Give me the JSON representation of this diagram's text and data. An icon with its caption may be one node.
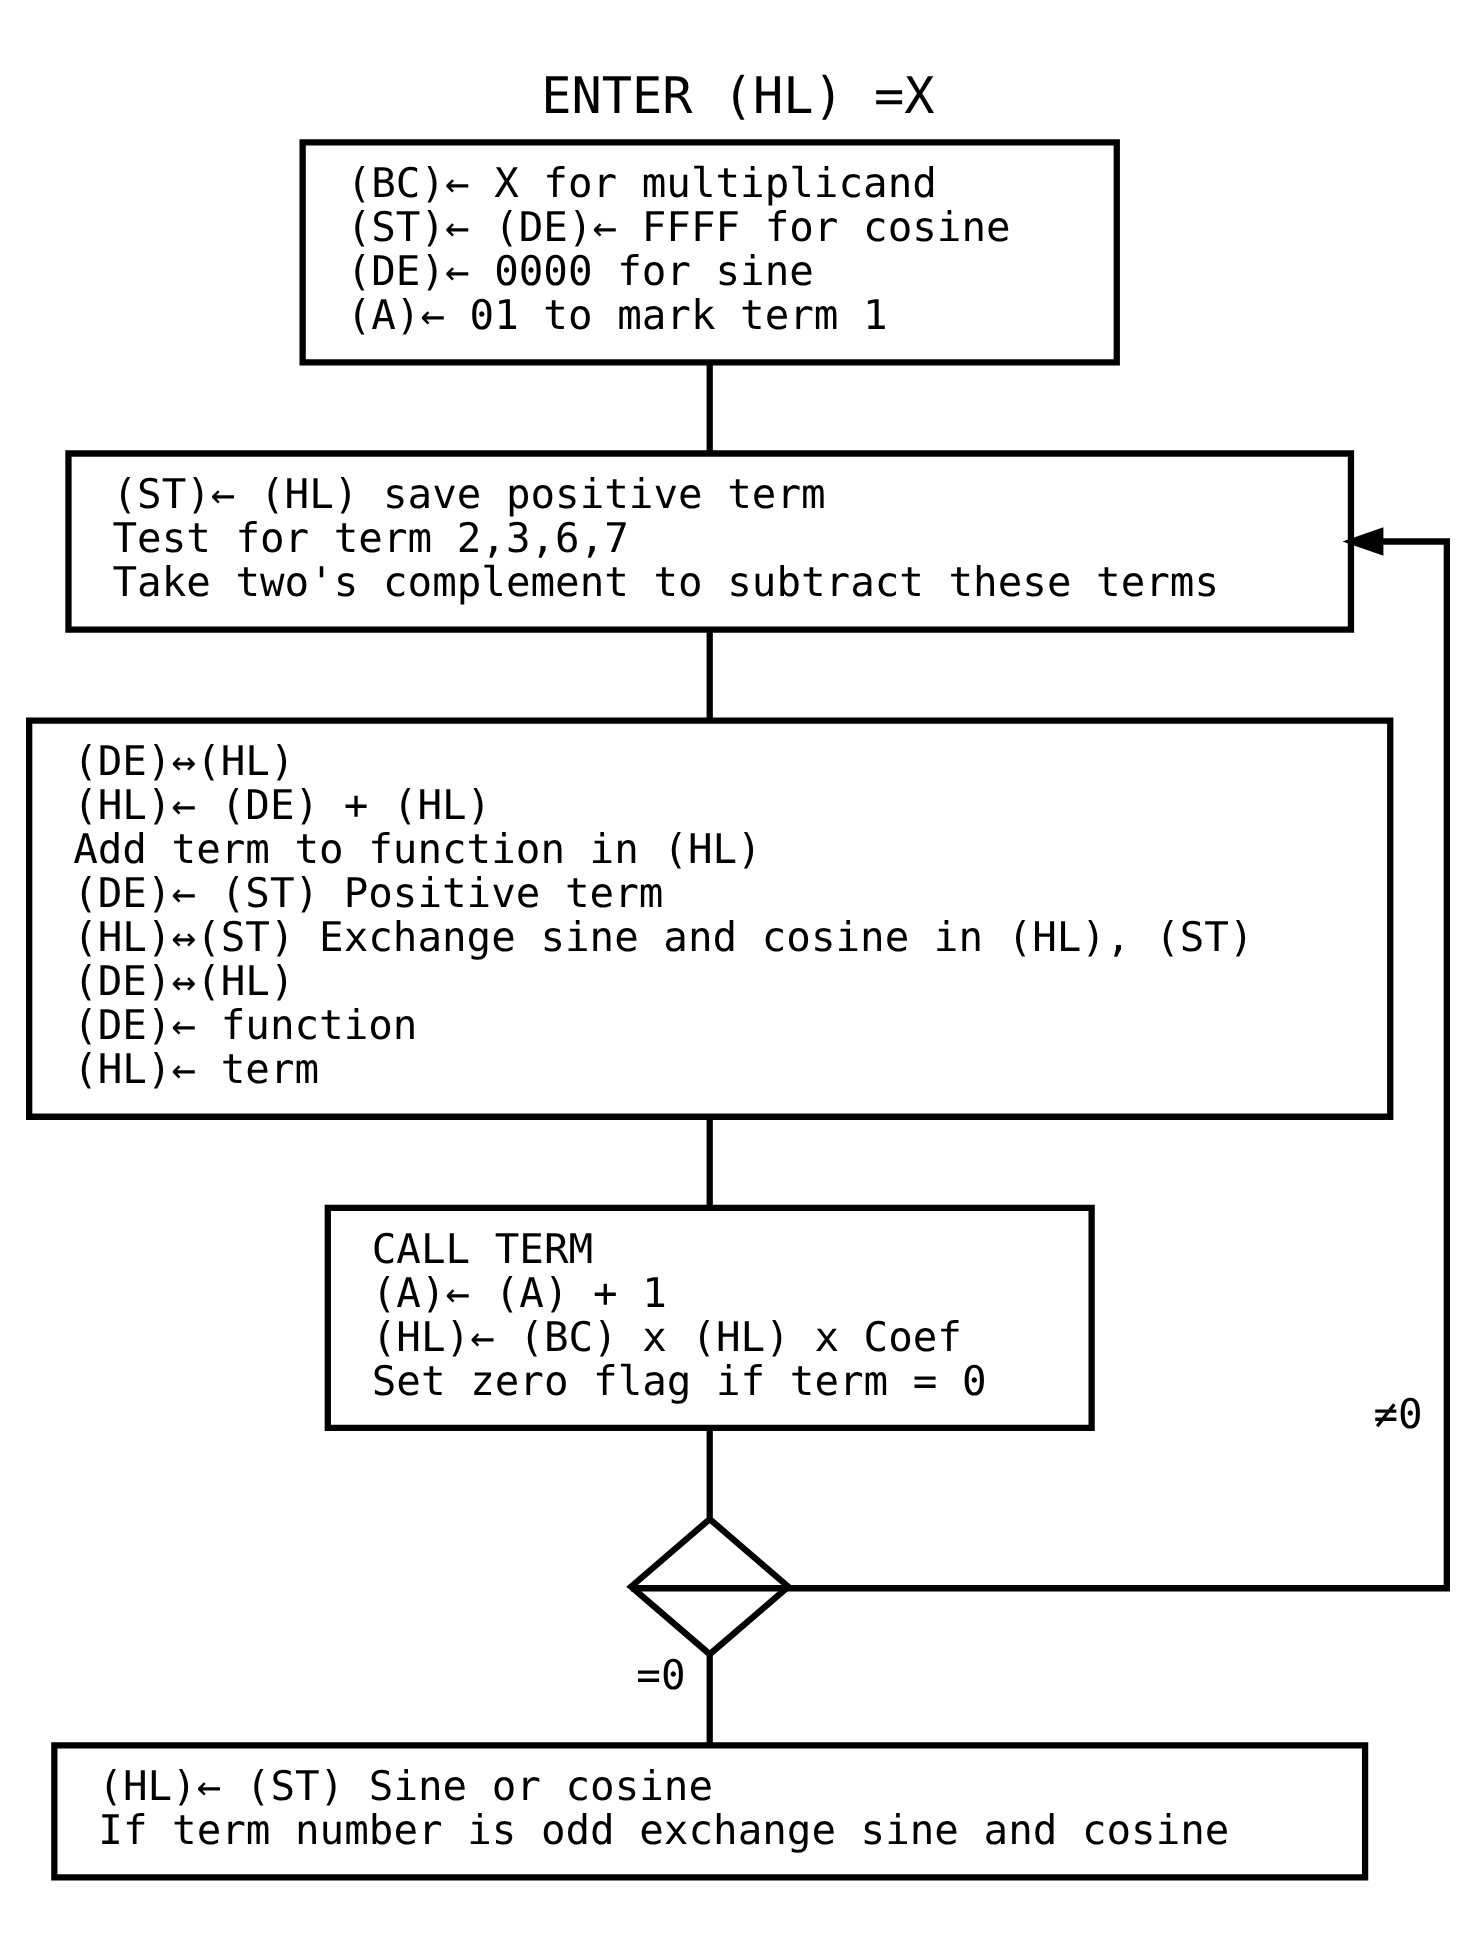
{
  "diagram": {
    "title": "ENTER (HL) =X",
    "nodes": [
      {
        "text": [
          "(BC)← X for multiplicand",
          "(ST)← (DE)← FFFF for cosine",
          "(DE)← 0000 for sine",
          "(A)← 01 to mark term 1"
        ]
      },
      {
        "text": [
          "(ST)← (HL) save positive term",
          "Test for term 2,3,6,7",
          "Take two's complement to subtract these terms"
        ]
      },
      {
        "text": [
          "(DE)↔(HL)",
          "(HL)← (DE) + (HL)",
          "Add term to function in (HL)",
          "(DE)← (ST) Positive term",
          "(HL)↔(ST) Exchange sine and cosine in (HL), (ST)",
          "(DE)↔(HL)",
          "(DE)← function",
          "(HL)← term"
        ]
      },
      {
        "text": [
          "CALL TERM",
          "(A)← (A) + 1",
          "(HL)← (BC) x (HL) x Coef",
          "Set zero flag if term = 0"
        ]
      },
      {
        "text": [],
        "shape": "diamond"
      },
      {
        "text": [
          "(HL)← (ST) Sine or cosine",
          "If term number is odd exchange sine and cosine"
        ]
      }
    ],
    "edges": [
      {
        "from": 0,
        "to": 1,
        "arrow": "none"
      },
      {
        "from": 1,
        "to": 2,
        "arrow": "none"
      },
      {
        "from": 2,
        "to": 3,
        "arrow": "none"
      },
      {
        "from": 3,
        "to": 4,
        "arrow": "none"
      },
      {
        "from": 4,
        "to": 1,
        "arrow": "to",
        "label": "≠0"
      },
      {
        "from": 4,
        "to": 5,
        "arrow": "none",
        "label": "=0"
      }
    ]
  }
}
